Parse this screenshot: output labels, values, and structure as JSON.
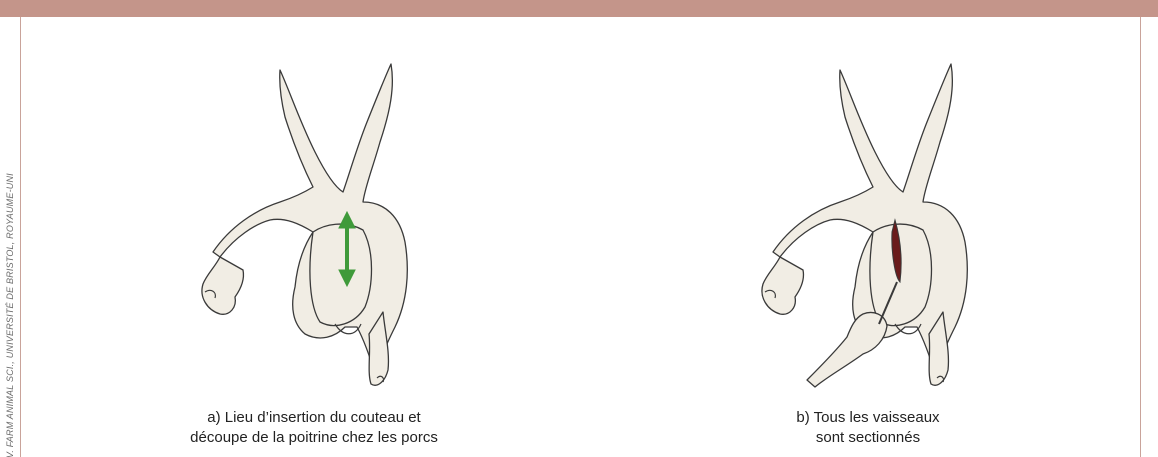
{
  "credit": "IV. FARM ANIMAL SCI., UNIVERSITÉ DE BRISTOL, ROYAUME-UNI",
  "panels": [
    {
      "caption_line1": "a) Lieu d’insertion du couteau et",
      "caption_line2": "découpe de la poitrine chez les porcs",
      "arrow_color": "#3f9a3a"
    },
    {
      "caption_line1": "b) Tous les vaisseaux",
      "caption_line2": "sont sectionnés",
      "wound_color": "#6a1b1b"
    }
  ],
  "colors": {
    "banner": "#c4958a",
    "skin": "#f1ede4",
    "outline": "#3a3a3a"
  }
}
